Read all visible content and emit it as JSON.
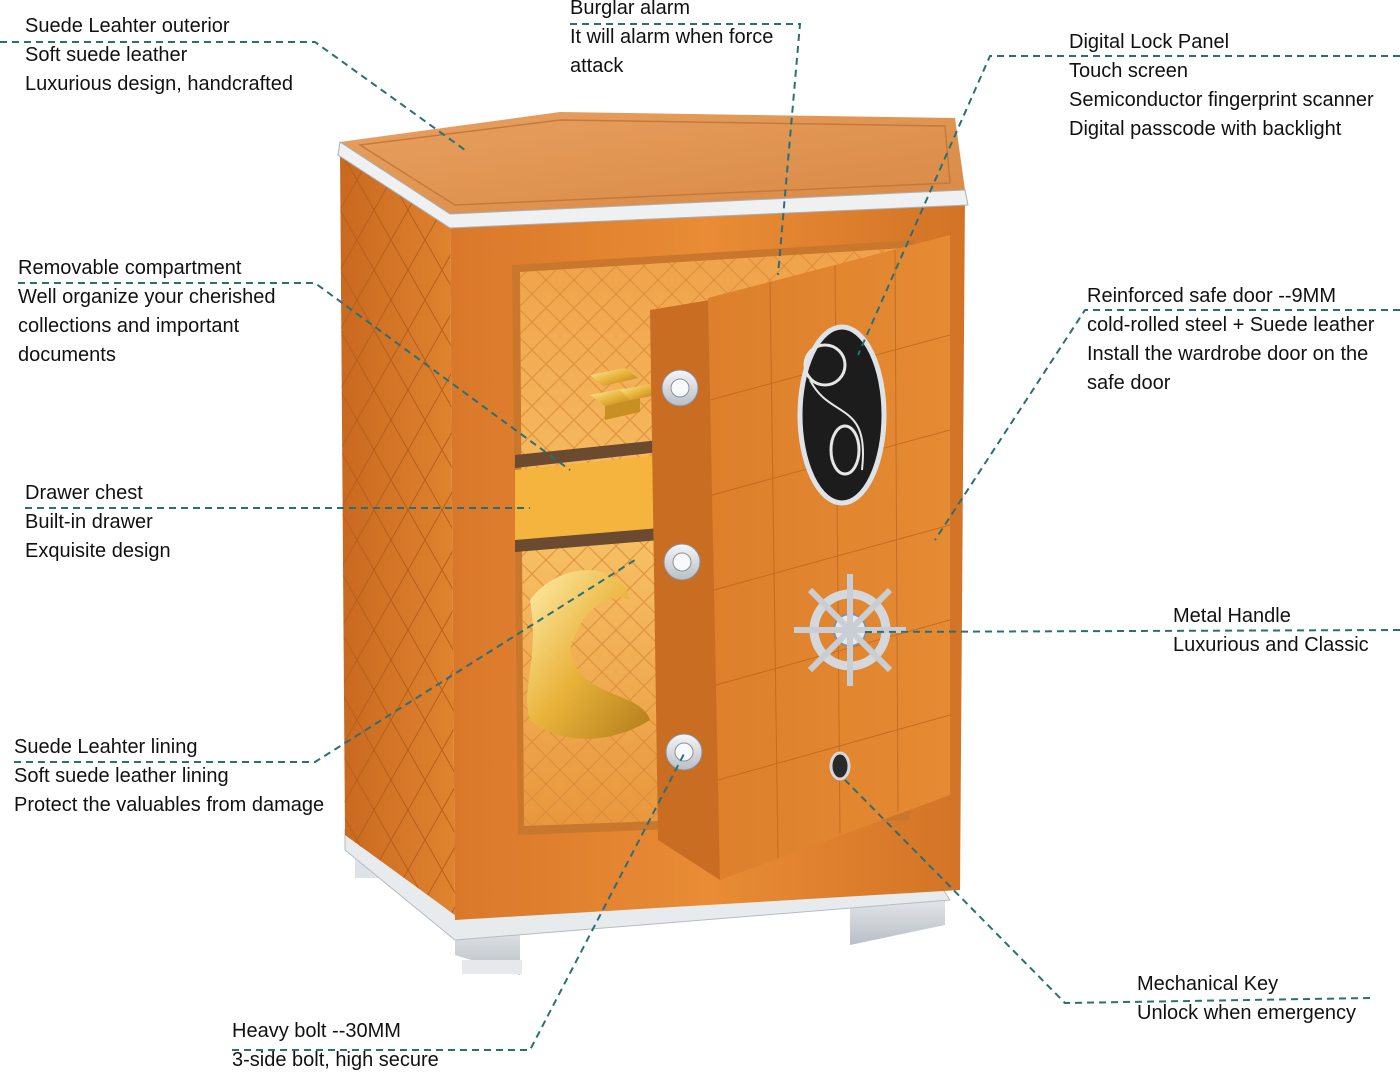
{
  "colors": {
    "leader_line": "#2a6f78",
    "leather": "#e0862e",
    "leather_dark": "#b8621a",
    "leather_light": "#f0a45a",
    "metal": "#d9dde2",
    "interior_glow": "#f7b94a",
    "gold": "#e9b43a",
    "lock_panel": "#1c1c1c",
    "text": "#111111"
  },
  "icons": {
    "lock_panel": "fingerprint-lock-icon",
    "handle": "ship-wheel-handle-icon",
    "keyhole": "keyhole-icon",
    "bolt": "bolt-icon"
  },
  "callouts": {
    "suede_exterior": {
      "lines": [
        "Suede Leahter outerior",
        "Soft suede leather",
        "Luxurious design, handcrafted"
      ]
    },
    "burglar_alarm": {
      "lines": [
        "Burglar alarm",
        "It will alarm when force",
        "attack"
      ]
    },
    "digital_lock": {
      "lines": [
        "Digital Lock Panel",
        "Touch screen",
        "Semiconductor fingerprint scanner",
        "Digital passcode with backlight"
      ]
    },
    "removable_compartment": {
      "lines": [
        "Removable compartment",
        "Well organize your cherished",
        "collections and important",
        "documents"
      ]
    },
    "reinforced_door": {
      "lines": [
        "Reinforced safe door --9MM",
        "cold-rolled steel + Suede leather",
        "Install the wardrobe door on the",
        "safe door"
      ]
    },
    "drawer_chest": {
      "lines": [
        "Drawer chest",
        "Built-in drawer",
        "Exquisite design"
      ]
    },
    "metal_handle": {
      "lines": [
        "Metal Handle",
        "Luxurious and Classic"
      ]
    },
    "suede_lining": {
      "lines": [
        "Suede Leahter lining",
        "Soft suede leather lining",
        "Protect the valuables from damage"
      ]
    },
    "mechanical_key": {
      "lines": [
        "Mechanical Key",
        "Unlock when emergency"
      ]
    },
    "heavy_bolt": {
      "lines": [
        "Heavy bolt --30MM",
        "3-side bolt, high secure"
      ]
    }
  }
}
